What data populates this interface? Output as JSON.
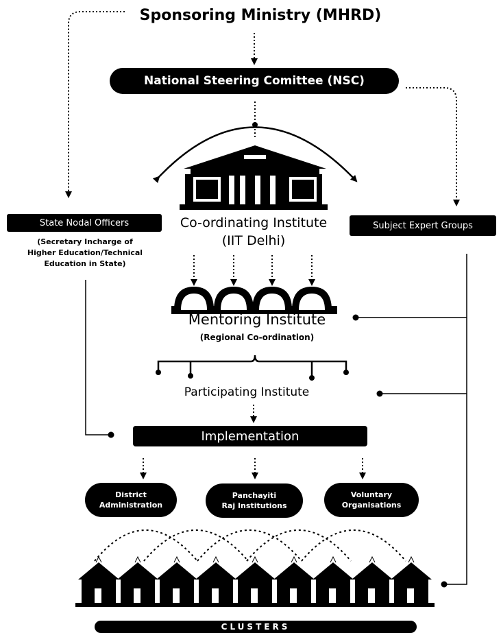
{
  "title": "Sponsoring Ministry (MHRD)",
  "nsc": "National Steering Comittee (NSC)",
  "state_nodal": {
    "label": "State Nodal Officers",
    "sub": [
      "(Secretary Incharge of",
      "Higher Education/Technical",
      "Education in State)"
    ]
  },
  "subject_expert": "Subject Expert Groups",
  "coordinating": {
    "line1": "Co-ordinating Institute",
    "line2": "(IIT Delhi)"
  },
  "mentoring": {
    "label": "Mentoring Institute",
    "sub": "(Regional Co-ordination)"
  },
  "participating": "Participating Institute",
  "implementation": "Implementation",
  "agencies": [
    {
      "line1": "District",
      "line2": "Administration"
    },
    {
      "line1": "Panchayiti",
      "line2": "Raj Institutions"
    },
    {
      "line1": "Voluntary",
      "line2": "Organisations"
    }
  ],
  "clusters": "CLUSTERS",
  "colors": {
    "fill": "#000000",
    "text_on_fill": "#ffffff",
    "background": "#ffffff"
  }
}
